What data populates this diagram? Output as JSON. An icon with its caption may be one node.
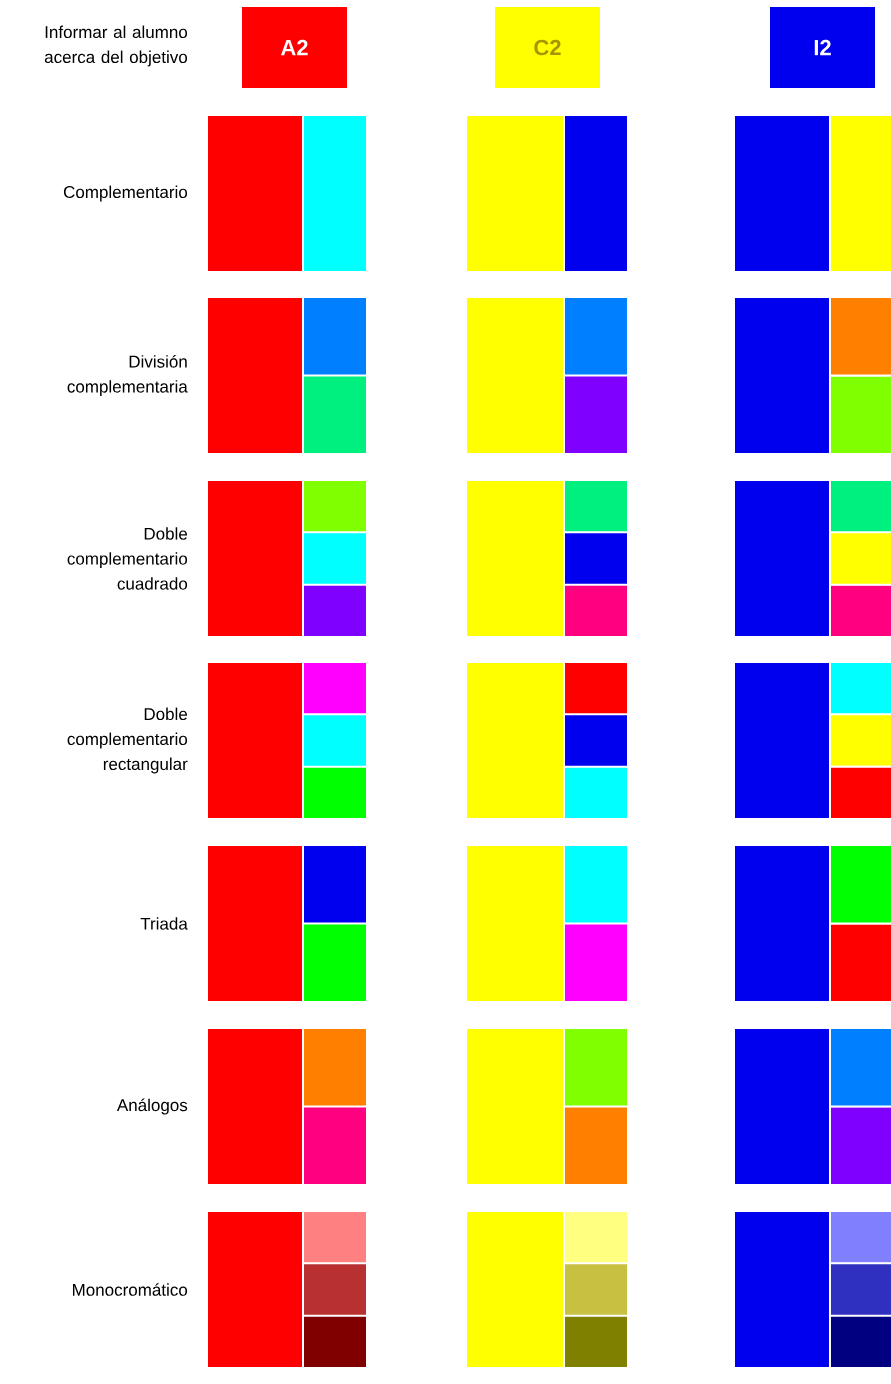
{
  "diagram": {
    "nodes": [
      {
        "text": [
          "A2"
        ]
      },
      {
        "text": [
          "C2"
        ]
      },
      {
        "text": [
          "I2"
        ]
      }
    ],
    "labels": [
      "Informar al alumno acerca del objetivo",
      "Complementario",
      "División complementaria",
      "Doble complementario cuadrado",
      "Doble complementario rectangular",
      "Triada",
      "Análogos",
      "Monocromático"
    ]
  }
}
